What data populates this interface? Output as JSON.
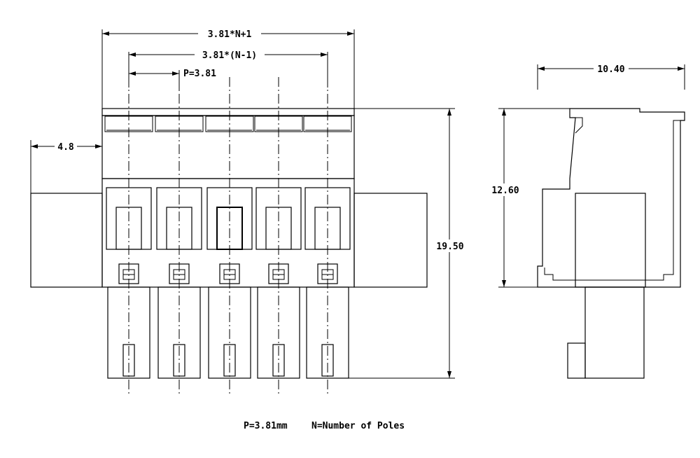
{
  "front_view": {
    "dim_overall": "3.81*N+1",
    "dim_span": "3.81*(N-1)",
    "dim_pitch": "P=3.81",
    "dim_flange": "4.8",
    "dim_height": "19.50"
  },
  "side_view": {
    "dim_depth": "10.40",
    "dim_body_height": "12.60"
  },
  "notes": {
    "pitch": "P=3.81mm",
    "poles": "N=Number of Poles"
  },
  "colors": {
    "line": "#000000",
    "background": "#ffffff"
  }
}
